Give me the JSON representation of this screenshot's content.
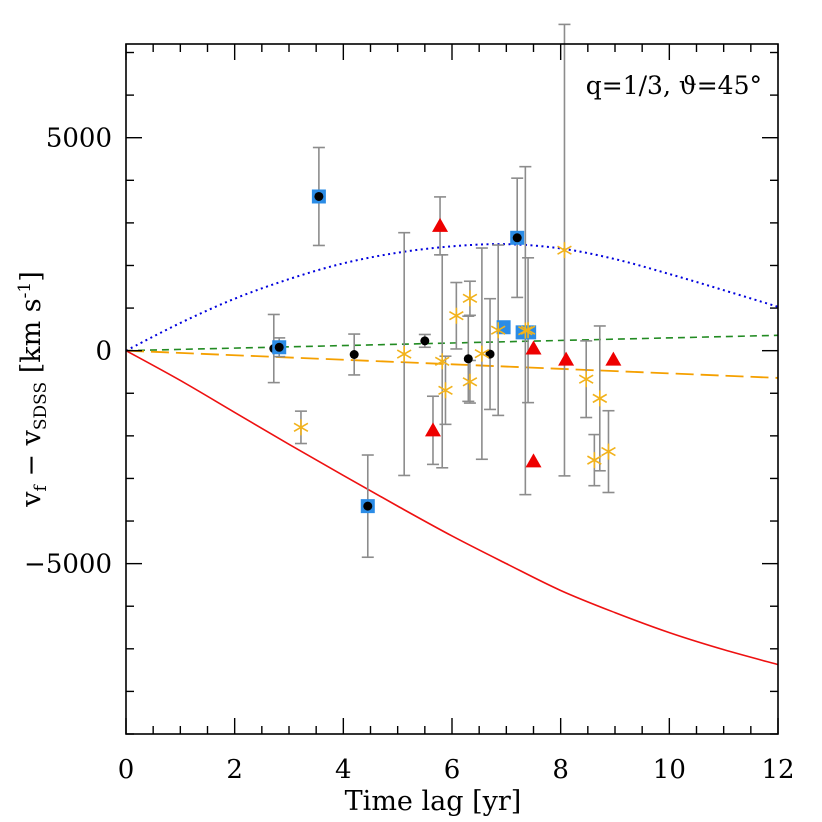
{
  "chart_data": {
    "type": "scatter",
    "xlabel": "Time lag [yr]",
    "ylabel_main": "v",
    "ylabel_sub1": "f",
    "ylabel_mid": " − v",
    "ylabel_sub2": "SDSS",
    "ylabel_units": " [km s",
    "ylabel_sup": "-1",
    "ylabel_end": "]",
    "annotation": "q=1/3,  ϑ=45°",
    "xlim": [
      0,
      12
    ],
    "ylim": [
      -9000,
      7200
    ],
    "xticks": [
      0,
      2,
      4,
      6,
      8,
      10,
      12
    ],
    "xtick_labels": [
      "0",
      "2",
      "4",
      "6",
      "8",
      "10",
      "12"
    ],
    "yticks": [
      -5000,
      0,
      5000
    ],
    "ytick_labels": [
      "−5000",
      "0",
      "5000"
    ],
    "legend": "none",
    "grid": false,
    "colors": {
      "black_circle": "#000000",
      "blue_square": "#2b8ce6",
      "red_triangle": "#ee0000",
      "yellow_star": "#f2b21b",
      "errorbar": "#8c8c8c",
      "curve_blue": "#0000dd",
      "curve_green": "#228b22",
      "curve_orange": "#f5a000",
      "curve_red": "#ee1111"
    },
    "curves": [
      {
        "style": "blue-dotted",
        "points": [
          [
            0,
            0
          ],
          [
            1,
            650
          ],
          [
            2,
            1220
          ],
          [
            3,
            1680
          ],
          [
            4,
            2050
          ],
          [
            5,
            2300
          ],
          [
            6,
            2450
          ],
          [
            7,
            2500
          ],
          [
            8,
            2400
          ],
          [
            9,
            2150
          ],
          [
            10,
            1800
          ],
          [
            11,
            1420
          ],
          [
            12,
            1030
          ]
        ]
      },
      {
        "style": "green-short-dash",
        "points": [
          [
            0,
            0
          ],
          [
            12,
            360
          ]
        ]
      },
      {
        "style": "orange-long-dash",
        "points": [
          [
            0,
            0
          ],
          [
            12,
            -640
          ]
        ]
      },
      {
        "style": "red-solid",
        "points": [
          [
            0,
            0
          ],
          [
            1,
            -700
          ],
          [
            2,
            -1450
          ],
          [
            3,
            -2200
          ],
          [
            4,
            -2930
          ],
          [
            5,
            -3650
          ],
          [
            6,
            -4350
          ],
          [
            7,
            -5000
          ],
          [
            8,
            -5630
          ],
          [
            9,
            -6150
          ],
          [
            10,
            -6620
          ],
          [
            11,
            -7020
          ],
          [
            12,
            -7370
          ]
        ]
      }
    ],
    "points": [
      {
        "x": 2.72,
        "y": 50,
        "marker": "circle",
        "err": 800
      },
      {
        "x": 2.82,
        "y": 80,
        "marker": "square-dot",
        "err": 220
      },
      {
        "x": 3.55,
        "y": 3620,
        "marker": "square-dot",
        "err": 1150
      },
      {
        "x": 4.2,
        "y": -90,
        "marker": "circle",
        "err": 480
      },
      {
        "x": 4.45,
        "y": -3650,
        "marker": "square-dot",
        "err": 1200
      },
      {
        "x": 5.5,
        "y": 230,
        "marker": "circle",
        "err": 150
      },
      {
        "x": 6.3,
        "y": -190,
        "marker": "circle",
        "err": 1000
      },
      {
        "x": 6.7,
        "y": -80,
        "marker": "circle",
        "err": 1300
      },
      {
        "x": 7.2,
        "y": 2650,
        "marker": "square-dot",
        "err": 1400
      },
      {
        "x": 6.95,
        "y": 550,
        "marker": "square",
        "err": 0
      },
      {
        "x": 7.3,
        "y": 430,
        "marker": "square",
        "err": 0
      },
      {
        "x": 7.42,
        "y": 430,
        "marker": "square",
        "err": 0
      },
      {
        "x": 5.78,
        "y": 2930,
        "marker": "triangle",
        "err": 680
      },
      {
        "x": 5.65,
        "y": -1870,
        "marker": "triangle",
        "err": 800
      },
      {
        "x": 7.5,
        "y": 50,
        "marker": "triangle",
        "err": 0
      },
      {
        "x": 7.5,
        "y": -2600,
        "marker": "triangle",
        "err": 0
      },
      {
        "x": 8.1,
        "y": -210,
        "marker": "triangle",
        "err": 0
      },
      {
        "x": 8.97,
        "y": -210,
        "marker": "triangle",
        "err": 0
      },
      {
        "x": 3.22,
        "y": -1800,
        "marker": "star",
        "err": 380
      },
      {
        "x": 5.12,
        "y": -80,
        "marker": "star",
        "err": 2850
      },
      {
        "x": 5.82,
        "y": -250,
        "marker": "star",
        "err": 2500
      },
      {
        "x": 5.88,
        "y": -930,
        "marker": "star",
        "err": 800
      },
      {
        "x": 6.08,
        "y": 820,
        "marker": "star",
        "err": 780
      },
      {
        "x": 6.33,
        "y": 1230,
        "marker": "star",
        "err": 400
      },
      {
        "x": 6.33,
        "y": -730,
        "marker": "star",
        "err": 500
      },
      {
        "x": 6.55,
        "y": -70,
        "marker": "star",
        "err": 2480
      },
      {
        "x": 6.85,
        "y": 480,
        "marker": "star",
        "err": 2000
      },
      {
        "x": 7.4,
        "y": 480,
        "marker": "star",
        "err": 1700
      },
      {
        "x": 7.35,
        "y": 470,
        "marker": "star",
        "err": 3850
      },
      {
        "x": 8.07,
        "y": 2360,
        "marker": "star",
        "err": 5300
      },
      {
        "x": 8.47,
        "y": -670,
        "marker": "star",
        "err": 900
      },
      {
        "x": 8.62,
        "y": -2570,
        "marker": "star",
        "err": 600
      },
      {
        "x": 8.72,
        "y": -1120,
        "marker": "star",
        "err": 1700
      },
      {
        "x": 8.88,
        "y": -2370,
        "marker": "star",
        "err": 960
      }
    ]
  }
}
